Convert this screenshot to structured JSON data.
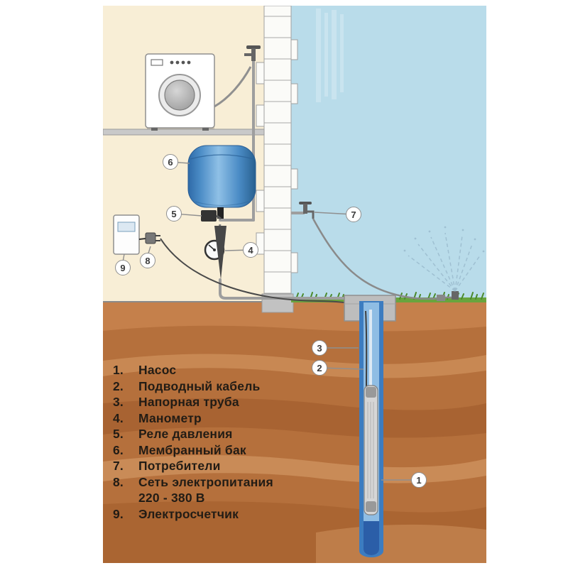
{
  "legend": {
    "items": [
      {
        "num": "1.",
        "label": "Насос"
      },
      {
        "num": "2.",
        "label": "Подводный кабель"
      },
      {
        "num": "3.",
        "label": "Напорная труба"
      },
      {
        "num": "4.",
        "label": "Манометр"
      },
      {
        "num": "5.",
        "label": "Реле давления"
      },
      {
        "num": "6.",
        "label": "Мембранный бак"
      },
      {
        "num": "7.",
        "label": "Потребители"
      },
      {
        "num": "8.",
        "label": "Сеть электропитания",
        "label2": "220 - 380 В"
      },
      {
        "num": "9.",
        "label": "Электросчетчик"
      }
    ]
  },
  "callouts": {
    "c1": "1",
    "c2": "2",
    "c3": "3",
    "c4": "4",
    "c5": "5",
    "c6": "6",
    "c7": "7",
    "c8": "8",
    "c9": "9"
  },
  "colors": {
    "sky": "#b9dcea",
    "house_interior": "#f8eed6",
    "ground": "#b5703c",
    "tank_blue": "#4b8cc6",
    "well_blue": "#3c7cc0",
    "grass_green": "#69a43e"
  }
}
